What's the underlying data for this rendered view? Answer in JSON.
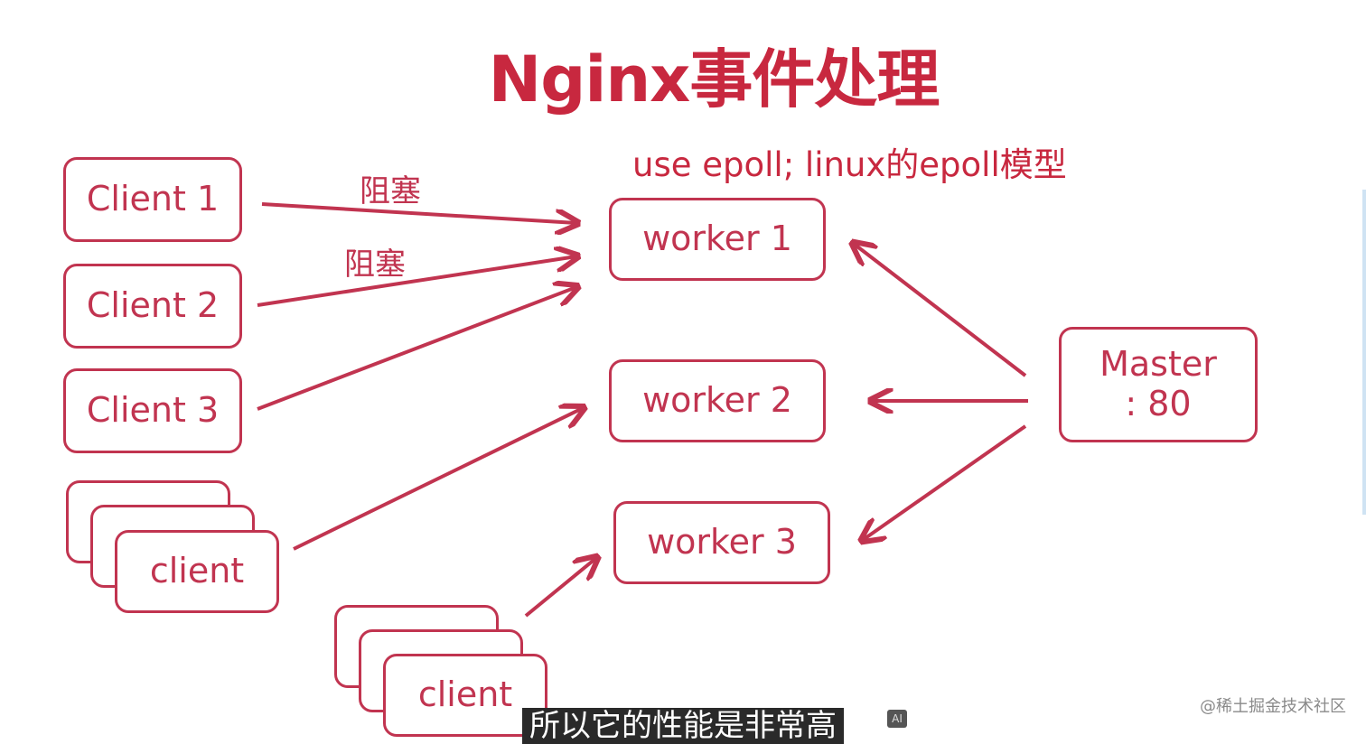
{
  "title": "Nginx事件处理",
  "note": "use epoll; linux的epoll模型",
  "clients": [
    "Client 1",
    "Client 2",
    "Client 3"
  ],
  "client_stack_label": "client",
  "blocking_label": "阻塞",
  "workers": [
    "worker 1",
    "worker 2",
    "worker 3"
  ],
  "master": {
    "line1": "Master",
    "line2": ": 80"
  },
  "subtitle": "所以它的性能是非常高",
  "ai_mark": "AI",
  "watermark": "@稀土掘金技术社区",
  "colors": {
    "accent": "#c8283f",
    "box": "#c13450"
  }
}
